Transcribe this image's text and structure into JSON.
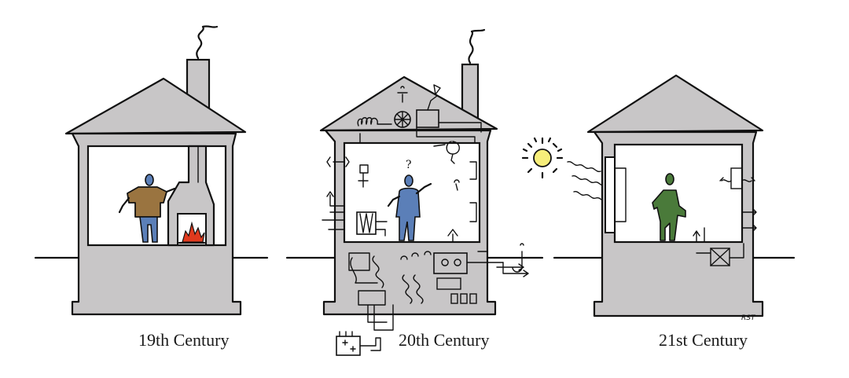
{
  "captions": {
    "house1": "19th Century",
    "house2": "20th Century",
    "house3": "21st Century"
  },
  "signature": "RST",
  "colors": {
    "house_fill": "#c8c6c7",
    "room_fill": "#ffffff",
    "ink": "#111111",
    "person_19th_shirt": "#9a7440",
    "person_20th": "#5b7fb8",
    "person_21st": "#4a7a3a",
    "fire": "#e03a1e",
    "sun": "#f7ee7a"
  },
  "icons": [
    "smoke-icon",
    "fire-icon",
    "sun-icon",
    "solar-ray-icon",
    "question-mark-icon",
    "hvac-equipment-icon"
  ]
}
